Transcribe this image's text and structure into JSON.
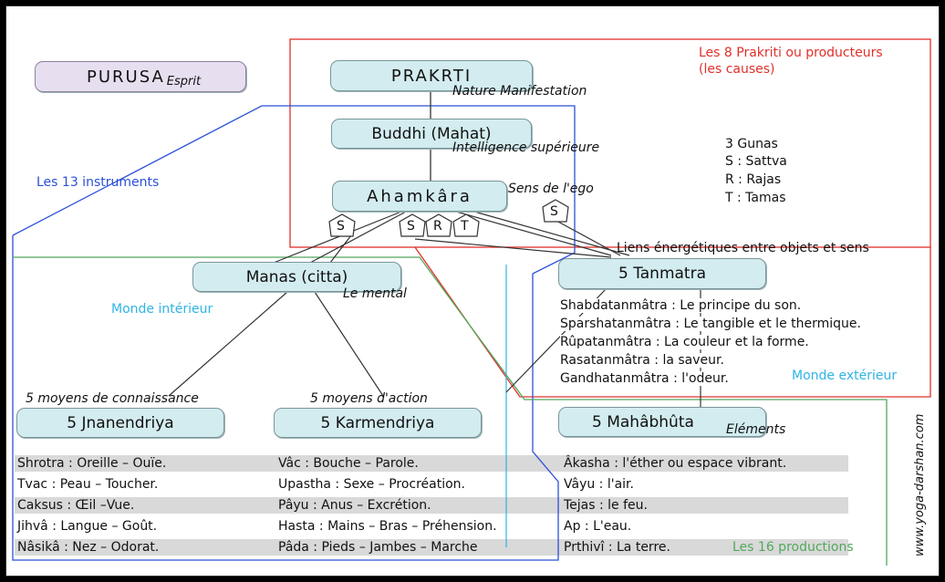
{
  "colors": {
    "red": "#e0302a",
    "blue": "#2b50d8",
    "green": "#52a85c",
    "cyan": "#2fb4e3",
    "box_fill": "#d3ecef",
    "purusa_fill": "#e7dff0"
  },
  "purusa": {
    "title": "PURUSA",
    "sub": "Esprit"
  },
  "prakrti": {
    "title": "PRAKRTI",
    "sub": "Nature Manifestation"
  },
  "buddhi": {
    "title": "Buddhi (Mahat)",
    "sub": "Intelligence supérieure"
  },
  "ahamkara": {
    "title": "Ahamkâra",
    "sub": "Sens de l'ego"
  },
  "prakriti_label": {
    "line1": "Les 8 Prakriti ou producteurs",
    "line2": "(les causes)"
  },
  "instruments_label": "Les 13 instruments",
  "gunas": {
    "title": "3 Gunas",
    "s": "S : Sattva",
    "r": "R : Rajas",
    "t": "T : Tamas"
  },
  "guna_badges": [
    "S",
    "S",
    "R",
    "T",
    "S"
  ],
  "liens": "Liens énergétiques entre objets et sens",
  "manas": {
    "title": "Manas (citta)",
    "sub": "Le mental"
  },
  "tanmatra": {
    "title": "5 Tanmatra"
  },
  "tanmatra_list": [
    "Shabdatanmâtra : Le principe du son.",
    "Sparshatanmâtra : Le tangible et le thermique.",
    "Rûpatanmâtra : La couleur et la forme.",
    "Rasatanmâtra : la saveur.",
    "Gandhatanmâtra : l'odeur."
  ],
  "monde_interieur": "Monde intérieur",
  "monde_exterieur": "Monde extérieur",
  "connaissance_label": "5 moyens de connaissance",
  "action_label": "5 moyens d'action",
  "jnanendriya": {
    "title": "5 Jnanendriya",
    "items": [
      "Shrotra : Oreille – Ouïe.",
      "Tvac : Peau – Toucher.",
      "Caksus : Œil –Vue.",
      "Jihvâ : Langue – Goût.",
      "Nâsikâ : Nez – Odorat."
    ]
  },
  "karmendriya": {
    "title": "5 Karmendriya",
    "items": [
      "Vâc : Bouche – Parole.",
      "Upastha : Sexe – Procréation.",
      "Pâyu : Anus – Excrétion.",
      "Hasta : Mains – Bras – Préhension.",
      "Pâda : Pieds – Jambes – Marche"
    ]
  },
  "mahabhuta": {
    "title": "5 Mahâbhûta",
    "sub": "Eléments",
    "items": [
      "Âkasha : l'éther ou espace vibrant.",
      "Vâyu : l'air.",
      "Tejas : le feu.",
      "Ap : L'eau.",
      "Prthivî : La terre."
    ]
  },
  "productions_label": "Les 16 productions",
  "watermark": "www.yoga-darshan.com"
}
